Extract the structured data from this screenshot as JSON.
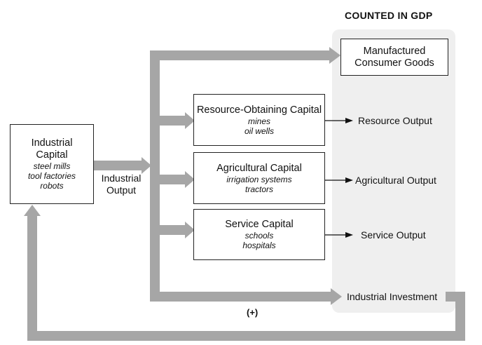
{
  "heading": "COUNTED IN GDP",
  "industrial_capital": {
    "title_line1": "Industrial",
    "title_line2": "Capital",
    "items": [
      "steel mills",
      "tool factories",
      "robots"
    ]
  },
  "industrial_output": {
    "line1": "Industrial",
    "line2": "Output"
  },
  "manufactured_goods": {
    "line1": "Manufactured",
    "line2": "Consumer Goods"
  },
  "resource_capital": {
    "title": "Resource-Obtaining Capital",
    "items": [
      "mines",
      "oil wells"
    ]
  },
  "agricultural_capital": {
    "title": "Agricultural Capital",
    "items": [
      "irrigation systems",
      "tractors"
    ]
  },
  "service_capital": {
    "title": "Service Capital",
    "items": [
      "schools",
      "hospitals"
    ]
  },
  "outputs": {
    "resource": "Resource Output",
    "agricultural": "Agricultural Output",
    "service": "Service Output",
    "investment": "Industrial Investment"
  },
  "feedback_sign": "(+)",
  "colors": {
    "arrow_gray": "#a6a6a6",
    "gdp_panel": "#efefef",
    "border": "#222222"
  }
}
